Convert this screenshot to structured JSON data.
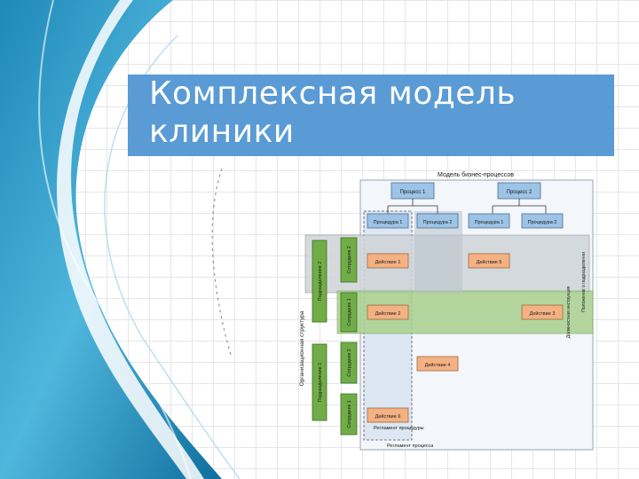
{
  "slide": {
    "title_line1": "Комплексная модель",
    "title_line2": "клиники"
  },
  "diagram": {
    "header": "Модель бизнес-процессов",
    "processes": [
      "Процесс 1",
      "Процесс 2"
    ],
    "procedures": [
      "Процедура 1",
      "Процедура 2",
      "Процедура 1",
      "Процедура 2"
    ],
    "actions": [
      "Действие 1",
      "Действие 5",
      "Действие 2",
      "Действие 3",
      "Действие 4",
      "Действие 6"
    ],
    "org_structure_label": "Организационная структура",
    "departments": [
      "Подразделение 2",
      "Подразделение 1"
    ],
    "employees": [
      "Сотрудник 2",
      "Сотрудник 1",
      "Сотрудник 2",
      "Сотрудник 1"
    ],
    "right_labels": [
      "Должностная инструкция",
      "Положение о подразделении"
    ],
    "reglament_procedure": "Регламент процедуры",
    "reglament_process": "Регламент процесса"
  },
  "colors": {
    "title_bar": "#5b9bd5",
    "process_box": "#9dc3e6",
    "action_box": "#f4b183",
    "employee_box": "#70ad47",
    "department_box": "#70ad47",
    "green_band": "#a9d18e",
    "gray_band": "#bfbfbf"
  }
}
